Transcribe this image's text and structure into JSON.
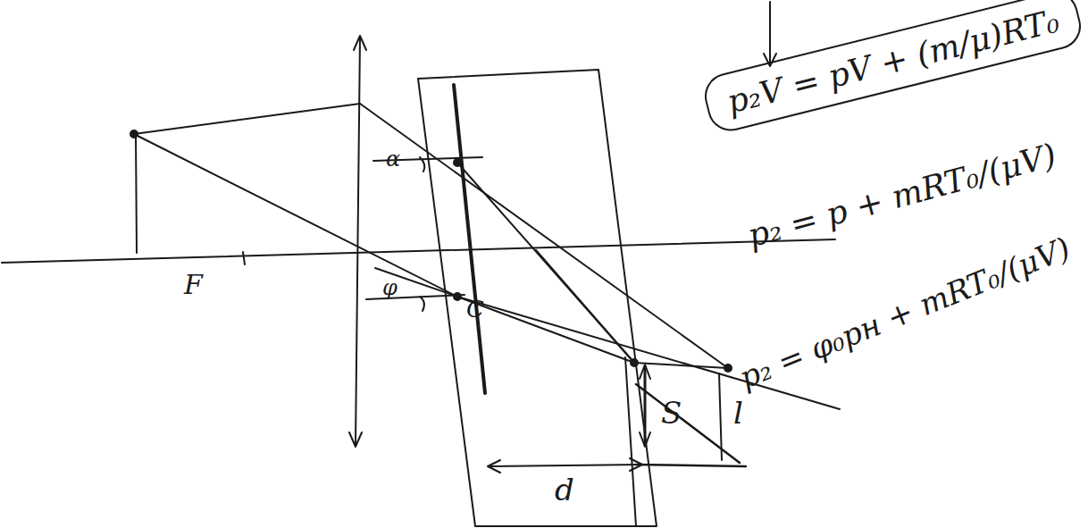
{
  "diagram": {
    "nodes": [
      {
        "text": [
          "p₂V = pV + (m/μ)RT₀"
        ]
      }
    ],
    "labels": [
      "p₂ = p + mRT₀/(μV)",
      "p₂ = φ₀pн + mRT₀/(μV)",
      "F",
      "α",
      "φ",
      "C",
      "d",
      "S",
      "l"
    ]
  }
}
